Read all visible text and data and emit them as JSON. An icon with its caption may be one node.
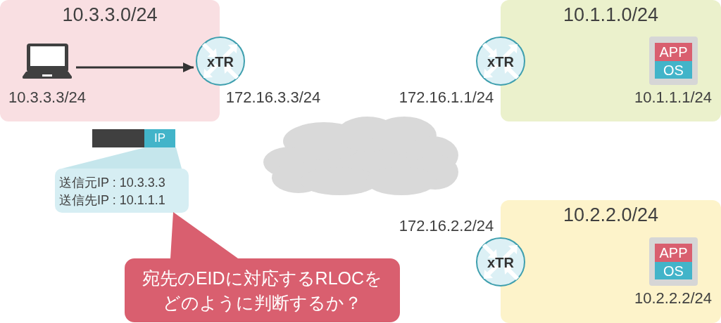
{
  "diagram": {
    "nodes": [
      {
        "text": [
          "10.3.3.0/24"
        ]
      },
      {
        "text": [],
        "shape": "picture",
        "in": 0,
        "beside": [
          "10.3.3.3/24"
        ]
      },
      {
        "text": [
          "xTR"
        ],
        "beside": [
          "172.16.3.3/24"
        ]
      },
      {
        "text": [
          "10.1.1.0/24"
        ]
      },
      {
        "text": [
          "xTR"
        ],
        "beside": [
          "172.16.1.1/24"
        ]
      },
      {
        "text": [
          "APP",
          "OS"
        ],
        "in": 3,
        "beside": [
          "10.1.1.1/24"
        ]
      },
      {
        "text": [
          "10.2.2.0/24"
        ]
      },
      {
        "text": [
          "xTR"
        ],
        "beside": [
          "172.16.2.2/24"
        ]
      },
      {
        "text": [
          "APP",
          "OS"
        ],
        "in": 6,
        "beside": [
          "10.2.2.2/24"
        ]
      },
      {
        "text": [
          "IP"
        ]
      },
      {
        "text": [
          "送信元IP : 10.3.3.3",
          "送信先IP : 10.1.1.1"
        ]
      },
      {
        "text": [
          "宛先のEIDに対応するRLOCをどのように判断するか？"
        ]
      }
    ],
    "edges": [
      {
        "from": 1,
        "to": 2,
        "arrow": "to"
      }
    ]
  }
}
